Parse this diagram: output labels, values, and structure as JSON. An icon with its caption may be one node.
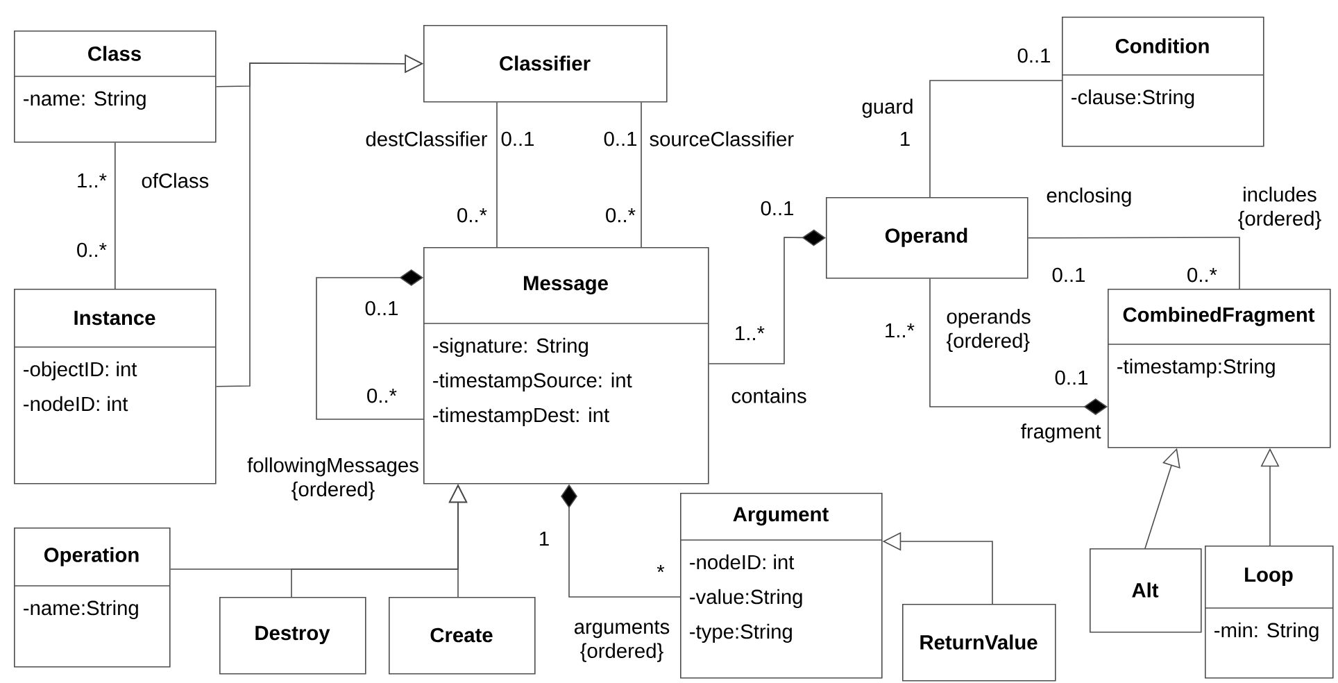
{
  "diagram": {
    "nodes": [
      {
        "text": [
          "Class",
          "-name: String"
        ]
      },
      {
        "text": [
          "Classifier"
        ]
      },
      {
        "text": [
          "Instance",
          "-objectID: int",
          "-nodeID: int"
        ]
      },
      {
        "text": [
          "Message",
          "-signature: String",
          "-timestampSource: int",
          "-timestampDest: int"
        ]
      },
      {
        "text": [
          "Condition",
          "-clause:String"
        ]
      },
      {
        "text": [
          "Operand"
        ]
      },
      {
        "text": [
          "CombinedFragment",
          "-timestamp:String"
        ]
      },
      {
        "text": [
          "Operation",
          "-name:String"
        ]
      },
      {
        "text": [
          "Destroy"
        ]
      },
      {
        "text": [
          "Create"
        ]
      },
      {
        "text": [
          "Argument",
          "-nodeID: int",
          "-value:String",
          "-type:String"
        ]
      },
      {
        "text": [
          "ReturnValue"
        ]
      },
      {
        "text": [
          "Alt"
        ]
      },
      {
        "text": [
          "Loop",
          "-min: String"
        ]
      }
    ],
    "edges": [
      {
        "from": 0,
        "to": 1,
        "arrow": "to"
      },
      {
        "from": 2,
        "to": 1,
        "arrow": "to"
      },
      {
        "from": 0,
        "to": 2,
        "arrow": "none",
        "label": "ofClass"
      },
      {
        "from": 3,
        "to": 1,
        "arrow": "none",
        "label": "destClassifier"
      },
      {
        "from": 3,
        "to": 1,
        "arrow": "none",
        "label": "sourceClassifier"
      },
      {
        "from": 3,
        "to": 3,
        "arrow": "other",
        "label": "followingMessages {ordered}"
      },
      {
        "from": 7,
        "to": 3,
        "arrow": "to"
      },
      {
        "from": 8,
        "to": 3,
        "arrow": "to"
      },
      {
        "from": 9,
        "to": 3,
        "arrow": "to"
      },
      {
        "from": 3,
        "to": 10,
        "arrow": "other",
        "label": "arguments {ordered}"
      },
      {
        "from": 11,
        "to": 10,
        "arrow": "to"
      },
      {
        "from": 5,
        "to": 3,
        "arrow": "other",
        "label": "contains"
      },
      {
        "from": 5,
        "to": 4,
        "arrow": "none",
        "label": "guard"
      },
      {
        "from": 5,
        "to": 6,
        "arrow": "none",
        "label": "enclosing"
      },
      {
        "from": 6,
        "to": 5,
        "arrow": "other",
        "label": "fragment"
      },
      {
        "from": 12,
        "to": 6,
        "arrow": "to"
      },
      {
        "from": 13,
        "to": 6,
        "arrow": "to"
      }
    ],
    "labels": [
      "0..1",
      "0..1",
      "0..1",
      "1",
      "1..*",
      "0..*",
      "0..*",
      "includes {ordered}",
      "0..1",
      "0..*",
      "0..1",
      "0..*",
      "0..1",
      "1..*",
      "1..*",
      "operands {ordered}",
      "0..*",
      "0..1",
      "1",
      "*"
    ]
  }
}
